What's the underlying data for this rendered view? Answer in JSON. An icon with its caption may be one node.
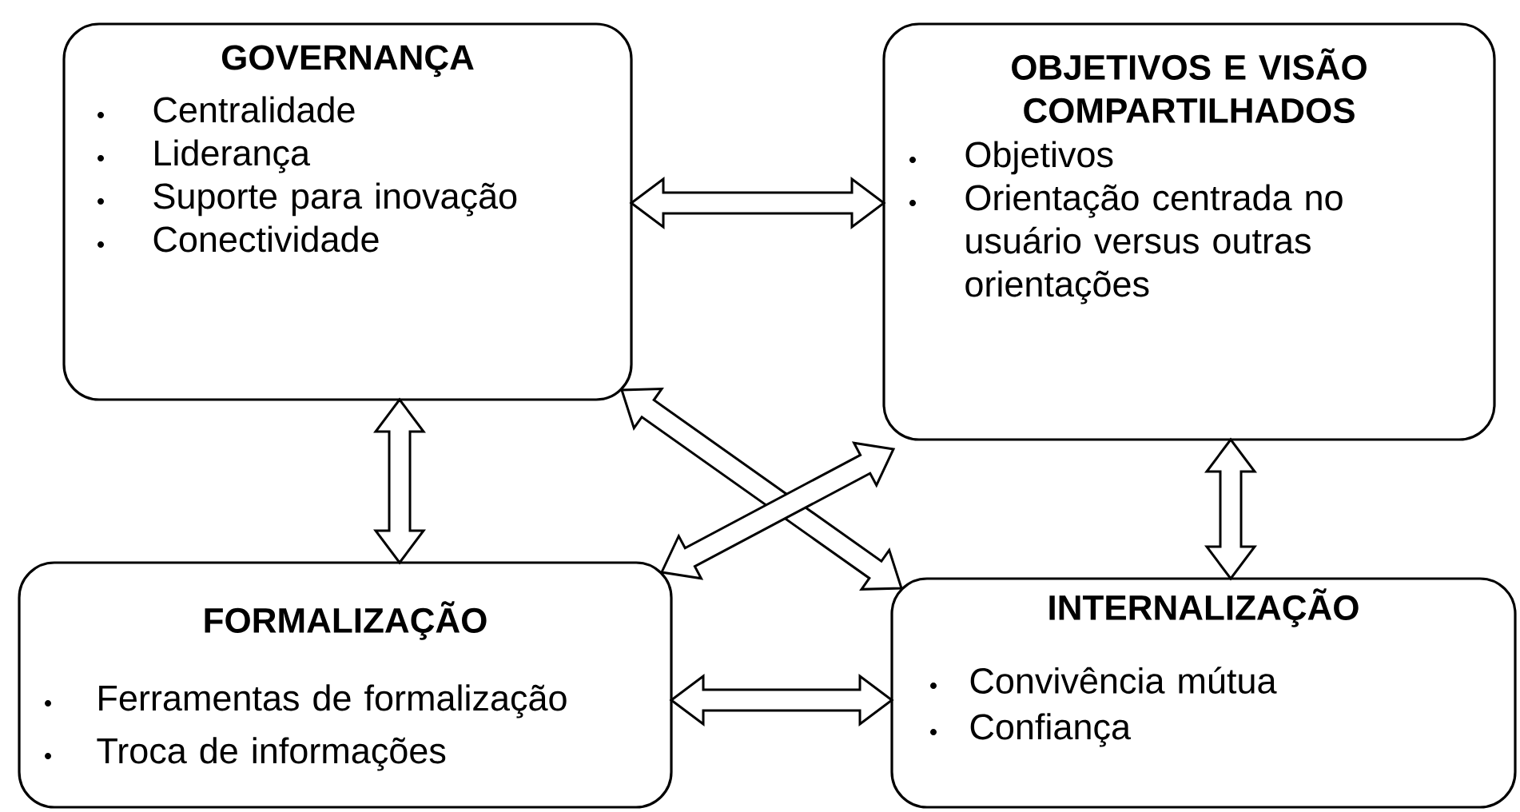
{
  "diagram": {
    "nodes": [
      {
        "text": [
          "GOVERNANÇA",
          "Centralidade",
          "Liderança",
          "Suporte para inovação",
          "Conectividade"
        ]
      },
      {
        "text": [
          "OBJETIVOS E VISÃO COMPARTILHADOS",
          "Objetivos",
          "Orientação centrada no usuário versus outras orientações"
        ]
      },
      {
        "text": [
          "FORMALIZAÇÃO",
          "Ferramentas de formalização",
          "Troca de informações"
        ]
      },
      {
        "text": [
          "INTERNALIZAÇÃO",
          "Convivência mútua",
          "Confiança"
        ]
      }
    ],
    "edges": [
      {
        "from": 0,
        "to": 1,
        "arrow": "both"
      },
      {
        "from": 0,
        "to": 2,
        "arrow": "both"
      },
      {
        "from": 1,
        "to": 3,
        "arrow": "both"
      },
      {
        "from": 0,
        "to": 3,
        "arrow": "both"
      },
      {
        "from": 1,
        "to": 2,
        "arrow": "both"
      },
      {
        "from": 2,
        "to": 3,
        "arrow": "both"
      }
    ]
  }
}
